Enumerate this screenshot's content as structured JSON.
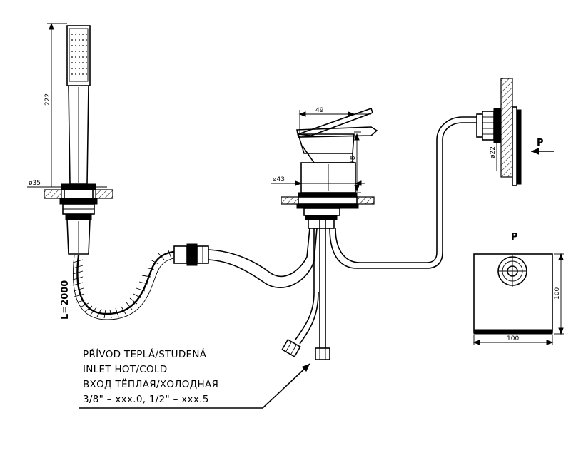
{
  "dimensions": {
    "shower_height": "222",
    "shower_diameter": "ø35",
    "hose_length": "L=2000",
    "lever_width": "49",
    "body_height": "78",
    "body_diameter": "ø43",
    "wall_diameter": "ø22",
    "plate_width": "100",
    "plate_height": "100"
  },
  "labels": {
    "view_p_side": "P",
    "view_p_front": "P"
  },
  "inlet_note": {
    "line1": "PŘÍVOD TEPLÁ/STUDENÁ",
    "line2": "INLET HOT/COLD",
    "line3": "ВХОД ТЁПЛАЯ/ХОЛОДНАЯ",
    "line4": "3/8\" – xxx.0, 1/2\" – xxx.5"
  }
}
